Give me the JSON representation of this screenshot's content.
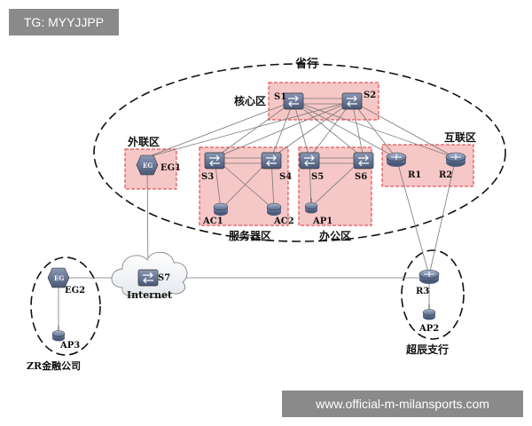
{
  "tag": "TG: MYYJJPP",
  "watermark": "www.official-m-milansports.com",
  "regions": {
    "province": "省行",
    "core": "核心区",
    "external": "外联区",
    "interconnect": "互联区",
    "server": "服务器区",
    "office": "办公区",
    "finance_company": "ZR金融公司",
    "branch": "超辰支行"
  },
  "devices": {
    "S1": "S1",
    "S2": "S2",
    "S3": "S3",
    "S4": "S4",
    "S5": "S5",
    "S6": "S6",
    "S7": "S7",
    "R1": "R1",
    "R2": "R2",
    "R3": "R3",
    "EG1": "EG1",
    "EG2": "EG2",
    "AC1": "AC1",
    "AC2": "AC2",
    "AP1": "AP1",
    "AP2": "AP2",
    "AP3": "AP3",
    "internet": "Internet",
    "eg_icon_text": "EG"
  },
  "colors": {
    "zone_fill": "#f6c7c7",
    "zone_border": "#d33333",
    "switch_icon": "#5b6b8a",
    "router_icon": "#6a7fa0"
  }
}
